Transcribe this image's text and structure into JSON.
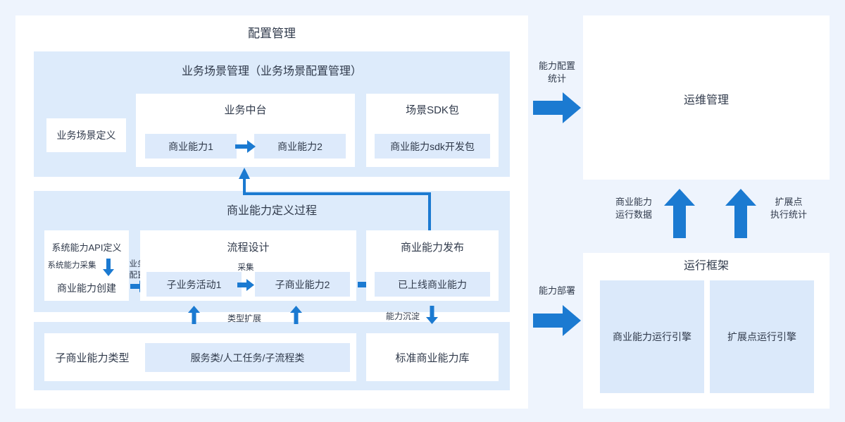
{
  "colors": {
    "page_bg": "#eef4fd",
    "card_bg": "#ffffff",
    "panel_bg": "#ddebfb",
    "chip_bg": "#ddeafb",
    "arrow_blue": "#1b7ad1",
    "text": "#303a4b"
  },
  "left_card": {
    "title": "配置管理",
    "scene_panel": {
      "title": "业务场景管理（业务场景配置管理）",
      "scene_def_box": "业务场景定义",
      "midplatform": {
        "title": "业务中台",
        "chips": [
          "商业能力1",
          "商业能力2"
        ],
        "chip_arrow": "arrow-right-icon"
      },
      "sdk": {
        "title": "场景SDK包",
        "chips": [
          "商业能力sdk开发包"
        ]
      }
    },
    "capability_panel": {
      "title": "商业能力定义过程",
      "api_box": {
        "top": "系统能力API定义",
        "bottom": "商业能力创建"
      },
      "api_down_label": "系统能力采集",
      "api_right_label": "业务\n配置",
      "process": {
        "title": "流程设计",
        "chips": [
          "子业务活动1",
          "子商业能力2"
        ],
        "inner_arrow_label": "采集"
      },
      "publish": {
        "title": "商业能力发布",
        "chips": [
          "已上线商业能力"
        ]
      }
    },
    "library_panel": {
      "type_box": "子商业能力类型",
      "type_chip": "服务类/人工任务/子流程类",
      "standard_box": "标准商业能力库"
    },
    "connector_labels": {
      "type_extension": "类型扩展",
      "capability_deposit": "能力沉淀"
    }
  },
  "right_card": {
    "ops": {
      "title": "运维管理"
    },
    "runtime": {
      "title": "运行框架",
      "boxes": [
        "商业能力运行引擎",
        "扩展点运行引擎"
      ]
    },
    "up_labels": {
      "left": "商业能力\n运行数据",
      "right": "扩展点\n执行统计"
    }
  },
  "bridge_labels": {
    "config_stat": "能力配置\n统计",
    "deploy": "能力部署"
  }
}
